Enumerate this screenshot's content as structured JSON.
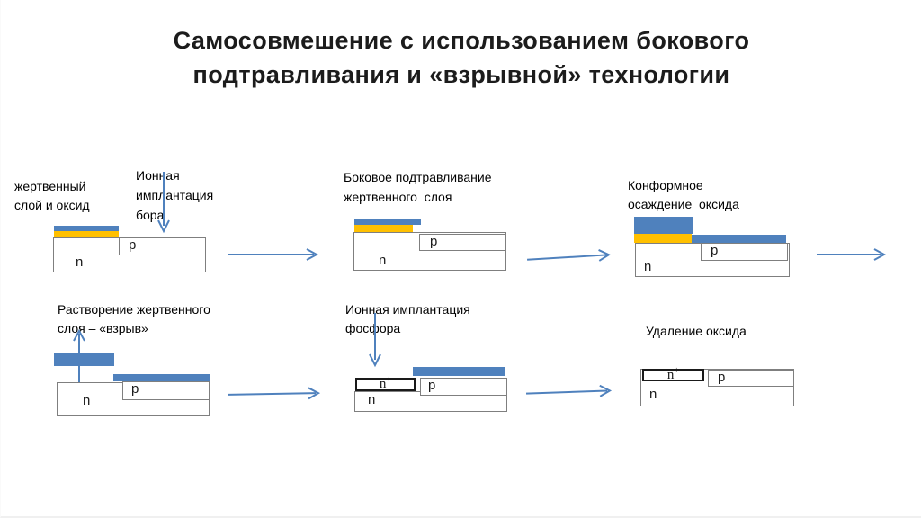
{
  "title": "Самосовмешение с использованием бокового\nподтравливания и «взрывной» технологии",
  "colors": {
    "accent_blue": "#4f81bd",
    "oxide_yellow": "#ffc000",
    "box_border_gray": "#7f7f7f",
    "title_text": "#1c1c1c"
  },
  "icons": {
    "flow_arrow": "right-arrow",
    "implant_arrow": "down-arrow",
    "liftoff_arrow": "up-arrow"
  },
  "steps": [
    {
      "caption_left": "жертвенный\nслой и оксид",
      "caption_top": "Ионная\nимплантация\nбора",
      "labels": {
        "n": "n",
        "p": "p"
      }
    },
    {
      "caption": "Боковое подтравливание\nжертвенного  слоя",
      "labels": {
        "n": "n",
        "p": "p"
      }
    },
    {
      "caption": "Конформное\nосаждение  оксида",
      "labels": {
        "n": "n",
        "p": "p"
      }
    },
    {
      "caption": "Растворение жертвенного\nслоя – «взрыв»",
      "labels": {
        "n": "n",
        "p": "p"
      }
    },
    {
      "caption": "Ионная имплантация\nфосфора",
      "labels": {
        "n": "n",
        "p": "p",
        "nplus_base": "n",
        "nplus_sup": "+"
      }
    },
    {
      "caption": "Удаление оксида",
      "labels": {
        "n": "n",
        "p": "p",
        "nplus_base": "n",
        "nplus_sup": "+"
      }
    }
  ]
}
